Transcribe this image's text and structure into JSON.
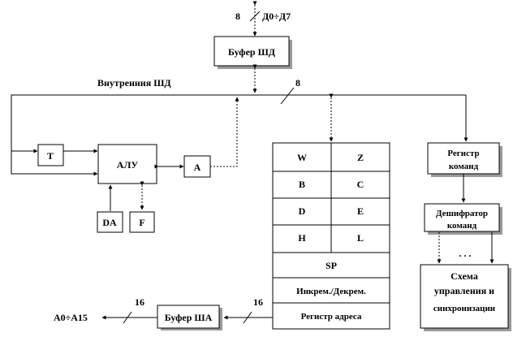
{
  "bus_top": {
    "label": "Д0÷Д7",
    "width": "8"
  },
  "data_buffer": {
    "label": "Буфер ШД"
  },
  "internal_bus": {
    "label": "Внутренния ШД",
    "width": "8"
  },
  "blocks": {
    "t": "T",
    "alu": "АЛУ",
    "a": "A",
    "da": "DA",
    "f": "F"
  },
  "registers": {
    "rows": [
      [
        "W",
        "Z"
      ],
      [
        "B",
        "C"
      ],
      [
        "D",
        "E"
      ],
      [
        "H",
        "L"
      ]
    ],
    "sp": "SP",
    "incdec": "Инкрем./Декрем.",
    "address_register": "Регистр адреса"
  },
  "command_register": {
    "line1": "Регистр",
    "line2": "команд"
  },
  "command_decoder": {
    "line1": "Дешифратор",
    "line2": "команд"
  },
  "ellipsis": ". . .",
  "control_unit": {
    "line1": "Схема",
    "line2": "управления и",
    "line3": "синхронизации"
  },
  "address_buffer": {
    "label": "Буфер ША"
  },
  "address_bus": {
    "label": "A0÷A15",
    "width_left": "16",
    "width_right": "16"
  }
}
